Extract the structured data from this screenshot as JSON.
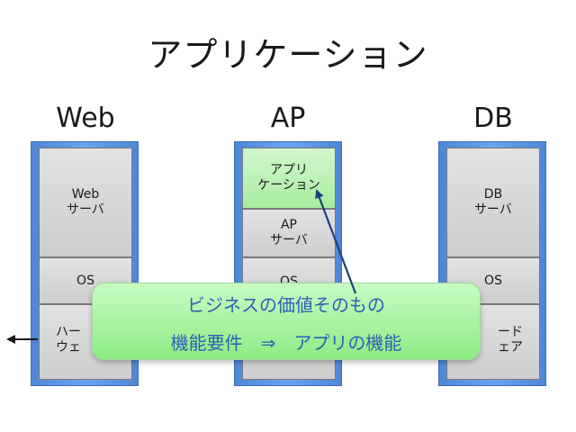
{
  "title": "アプリケーション",
  "columns": {
    "web": {
      "label": "Web",
      "server_lines": [
        "Web",
        "サーバ"
      ],
      "os": "OS",
      "hw_lines": [
        "ハー",
        "ウェ"
      ]
    },
    "ap": {
      "label": "AP",
      "app_lines": [
        "アプリ",
        "ケーション"
      ],
      "server_lines": [
        "AP",
        "サーバ"
      ],
      "os": "OS"
    },
    "db": {
      "label": "DB",
      "server_lines": [
        "DB",
        "サーバ"
      ],
      "os": "OS",
      "hw_lines": [
        "ード",
        "ェア"
      ]
    }
  },
  "callout": {
    "line1": "ビジネスの価値そのもの",
    "line2": "機能要件　⇒　アプリの機能"
  },
  "colors": {
    "column_blue": "#5b93e2",
    "app_green": "#b8f0b0",
    "callout_text": "#2f5fb5",
    "arrow": "#1f3f7a"
  }
}
